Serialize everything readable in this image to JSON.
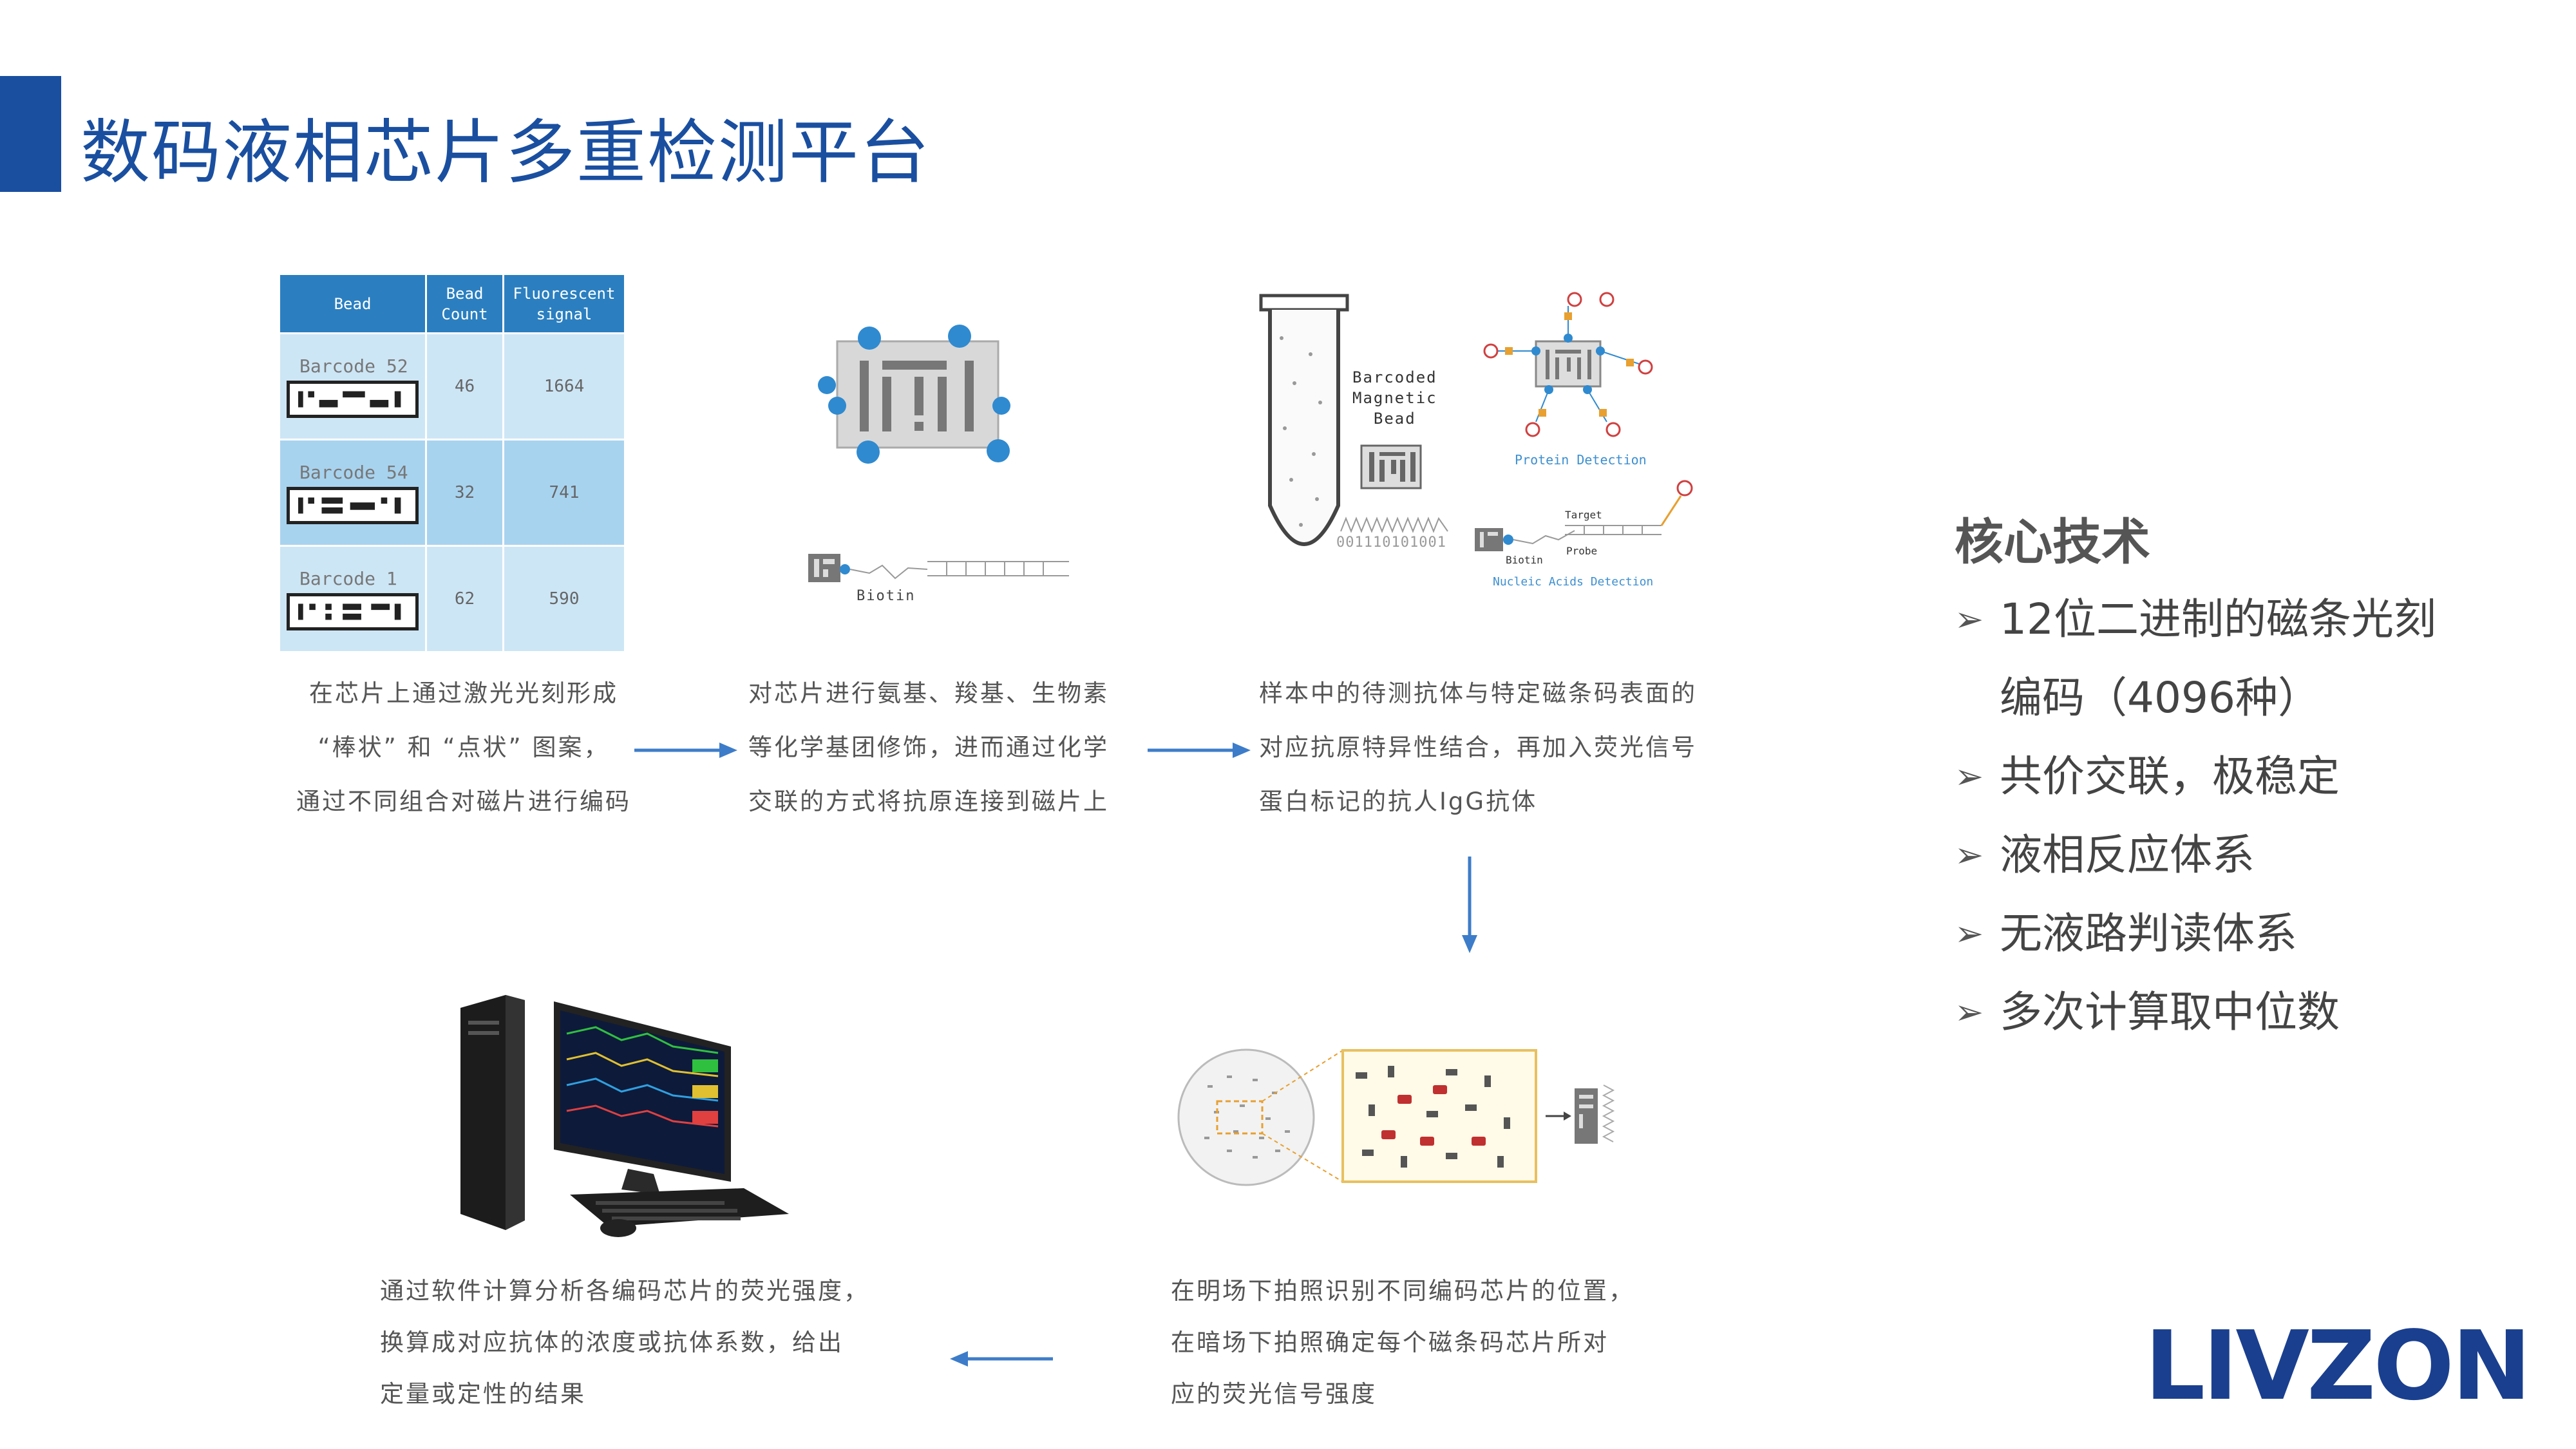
{
  "title": "数码液相芯片多重检测平台",
  "table": {
    "headers": [
      [
        "Bead"
      ],
      [
        "Bead",
        "Count"
      ],
      [
        "Fluorescent",
        "signal"
      ]
    ],
    "rows": [
      {
        "barcode": "Barcode 52",
        "count": "46",
        "signal": "1664"
      },
      {
        "barcode": "Barcode 54",
        "count": "32",
        "signal": "741"
      },
      {
        "barcode": "Barcode 1",
        "count": "62",
        "signal": "590"
      }
    ]
  },
  "figure_labels": {
    "biotin": "Biotin",
    "barcoded_magnetic_bead": [
      "Barcoded",
      "Magnetic",
      "Bead"
    ],
    "protein_detection": "Protein Detection",
    "nucleic_acids_detection": "Nucleic Acids Detection",
    "target": "Target",
    "probe": "Probe",
    "biotin_small": "Biotin",
    "binary_code": "001110101001"
  },
  "steps": {
    "step1": [
      "在芯片上通过激光光刻形成",
      "“棒状” 和 “点状” 图案，",
      "通过不同组合对磁片进行编码"
    ],
    "step2": [
      "对芯片进行氨基、羧基、生物素",
      "等化学基团修饰，进而通过化学",
      "交联的方式将抗原连接到磁片上"
    ],
    "step3": [
      "样本中的待测抗体与特定磁条码表面的",
      "对应抗原特异性结合，再加入荧光信号",
      "蛋白标记的抗人IgG抗体"
    ],
    "step4": [
      "在明场下拍照识别不同编码芯片的位置，",
      "在暗场下拍照确定每个磁条码芯片所对",
      "应的荧光信号强度"
    ],
    "step5": [
      "通过软件计算分析各编码芯片的荧光强度，",
      "换算成对应抗体的浓度或抗体系数，给出",
      "定量或定性的结果"
    ]
  },
  "panel": {
    "title": "核心技术",
    "items": [
      {
        "text": "12位二进制的磁条光刻",
        "cont": "编码（4096种）"
      },
      {
        "text": "共价交联，极稳定"
      },
      {
        "text": "液相反应体系"
      },
      {
        "text": "无液路判读体系"
      },
      {
        "text": "多次计算取中位数"
      }
    ]
  },
  "logo": "LIVZON",
  "colors": {
    "brand": "#1a4fa0",
    "table_header": "#2b7fc0",
    "arrow": "#3d7cc9"
  }
}
